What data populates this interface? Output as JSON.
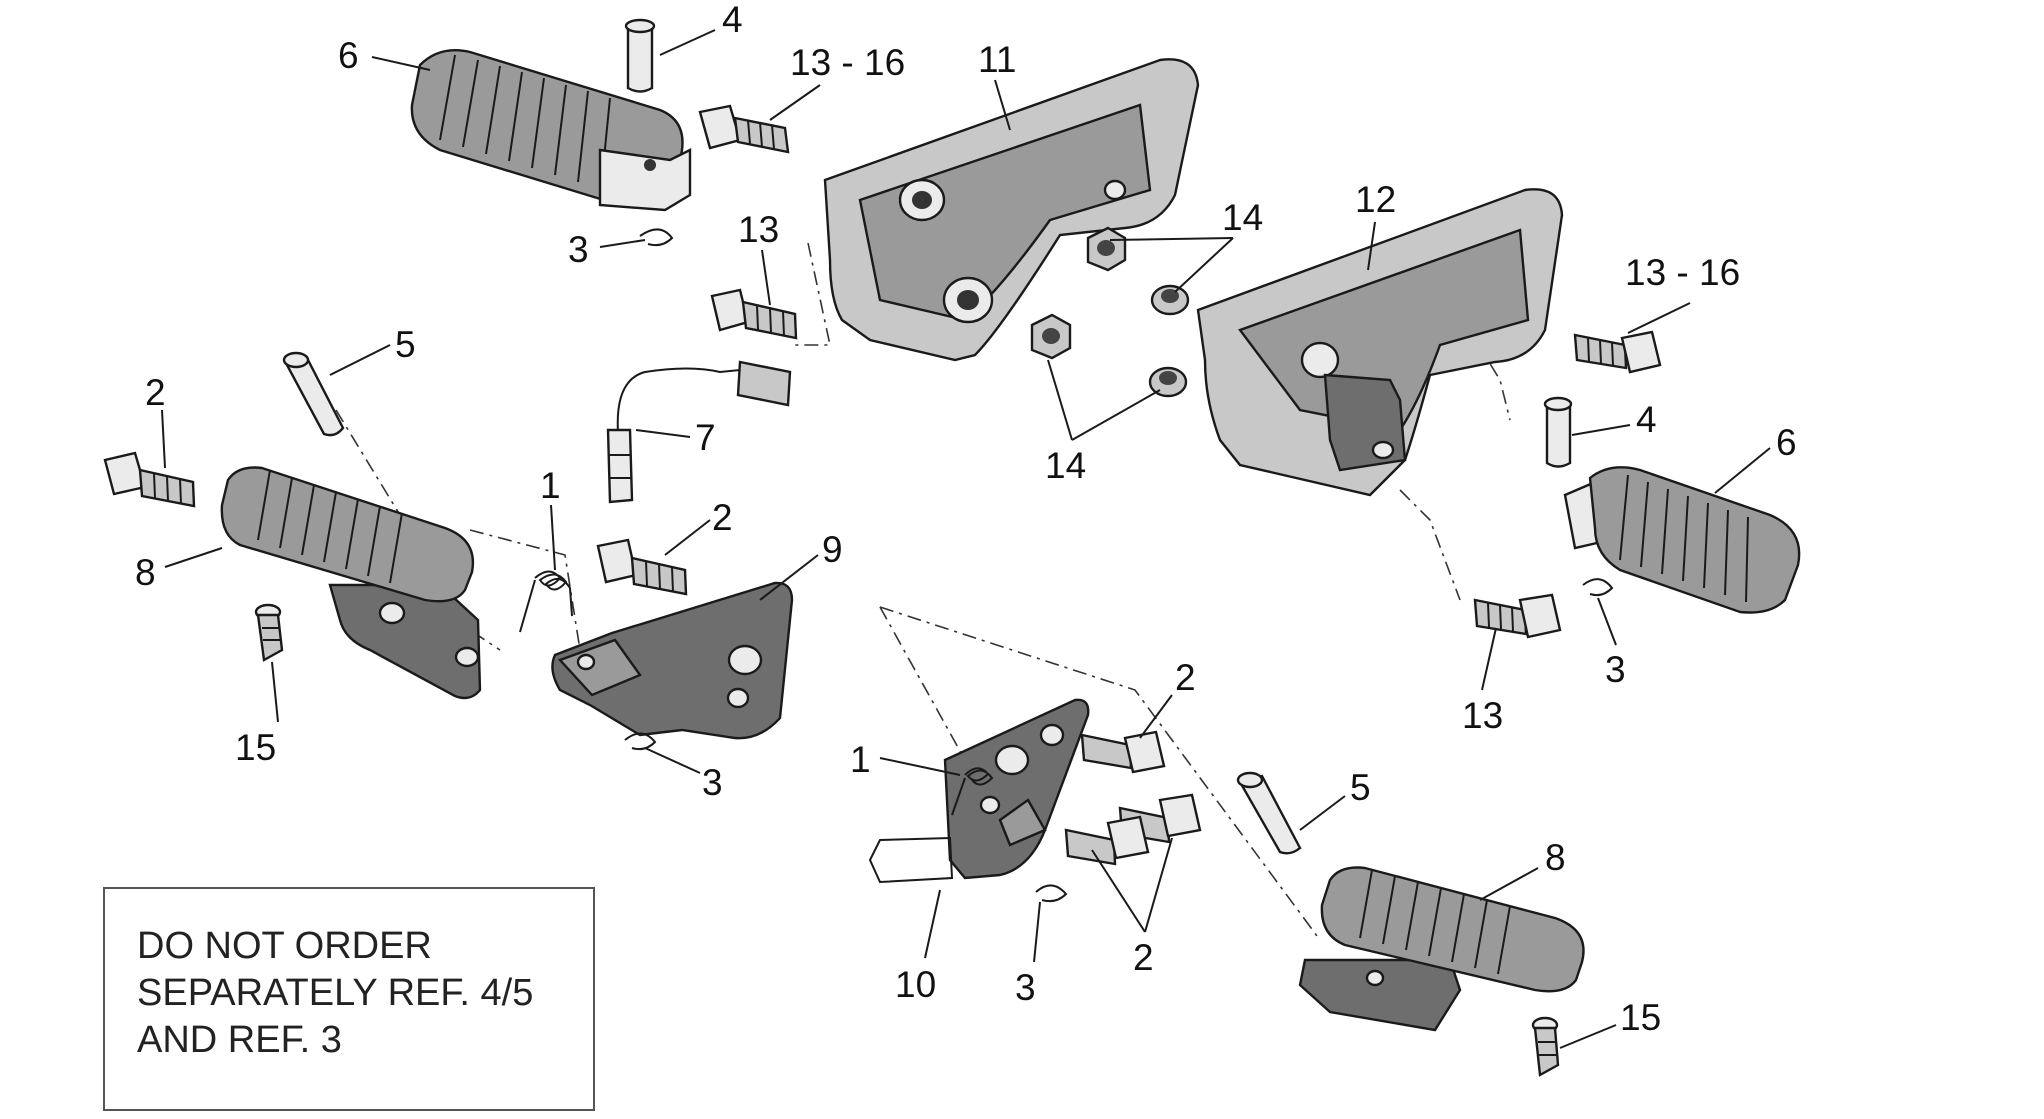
{
  "diagram": {
    "callouts": {
      "c6a": "6",
      "c4a": "4",
      "c13_16a": "13 - 16",
      "c11": "11",
      "c3a": "3",
      "c13a": "13",
      "c14a": "14",
      "c12": "12",
      "c13_16b": "13 - 16",
      "c5a": "5",
      "c2a": "2",
      "c7": "7",
      "c1a": "1",
      "c2b": "2",
      "c9": "9",
      "c8a": "8",
      "c15a": "15",
      "c3b": "3",
      "c14b": "14",
      "c4b": "4",
      "c6b": "6",
      "c3c": "3",
      "c13b": "13",
      "c2c": "2",
      "c1b": "1",
      "c5b": "5",
      "c8b": "8",
      "c2d": "2",
      "c10": "10",
      "c3d": "3",
      "c15b": "15"
    }
  },
  "note": {
    "line1": "DO NOT ORDER",
    "line2": "SEPARATELY REF. 4/5",
    "line3": "AND REF. 3"
  }
}
